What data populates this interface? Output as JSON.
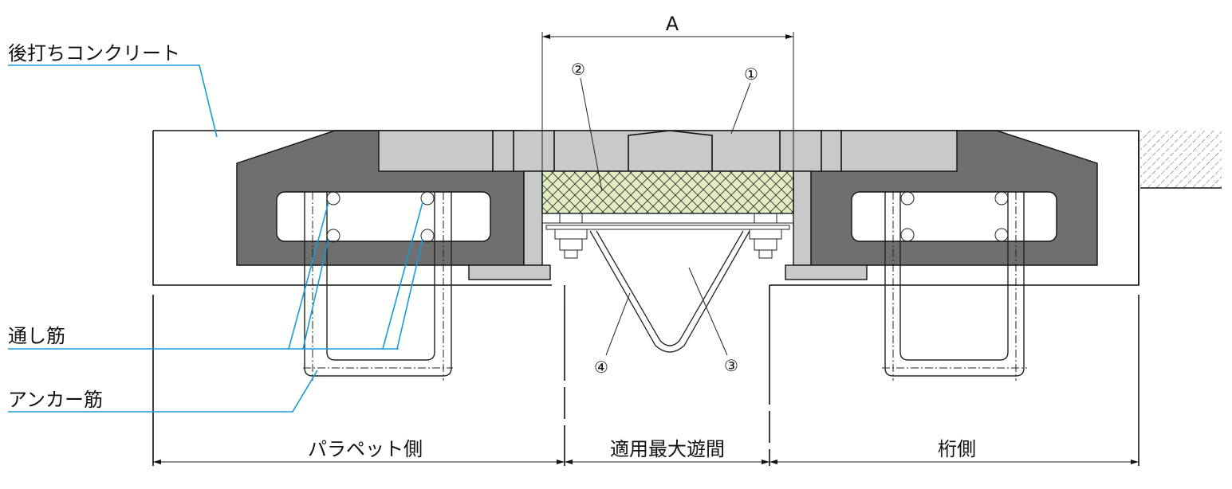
{
  "labels": {
    "dimension_a": "A",
    "post_concrete": "後打ちコンクリート",
    "through_bar": "通し筋",
    "anchor_bar": "アンカー筋",
    "parapet_side": "パラペット側",
    "max_gap": "適用最大遊間",
    "girder_side": "桁側"
  },
  "callouts": [
    "①",
    "②",
    "③",
    "④"
  ],
  "colors": {
    "dark_block": "#6f6f6f",
    "light_plate": "#c8c9c8",
    "seal_fill": "#e2edc4",
    "leader": "#1a9ad6"
  }
}
